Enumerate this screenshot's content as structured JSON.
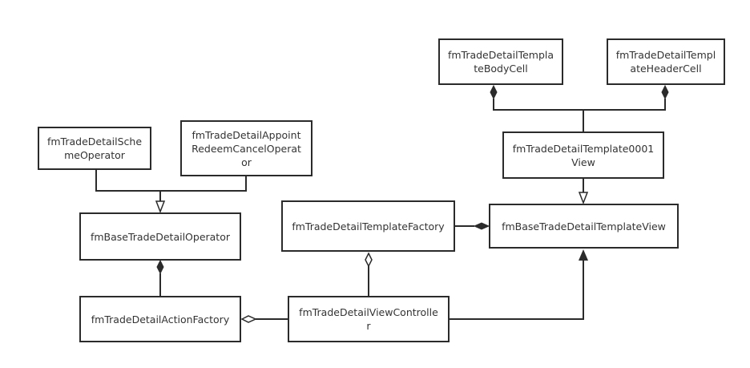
{
  "diagram": {
    "classes": {
      "template_body_cell": "fmTradeDetailTempla\nteBodyCell",
      "template_header_cell": "fmTradeDetailTempl\nateHeaderCell",
      "scheme_operator": "fmTradeDetailSche\nmeOperator",
      "appoint_redeem_cancel_operator": "fmTradeDetailAppoint\nRedeemCancelOperat\nor",
      "template_0001_view": "fmTradeDetailTemplate0001\nView",
      "base_operator": "fmBaseTradeDetailOperator",
      "template_factory": "fmTradeDetailTemplateFactory",
      "base_template_view": "fmBaseTradeDetailTemplateView",
      "action_factory": "fmTradeDetailActionFactory",
      "view_controller": "fmTradeDetailViewControlle\nr"
    },
    "colors": {
      "line": "#2b2b2b",
      "text": "#333333",
      "background": "#ffffff"
    }
  }
}
